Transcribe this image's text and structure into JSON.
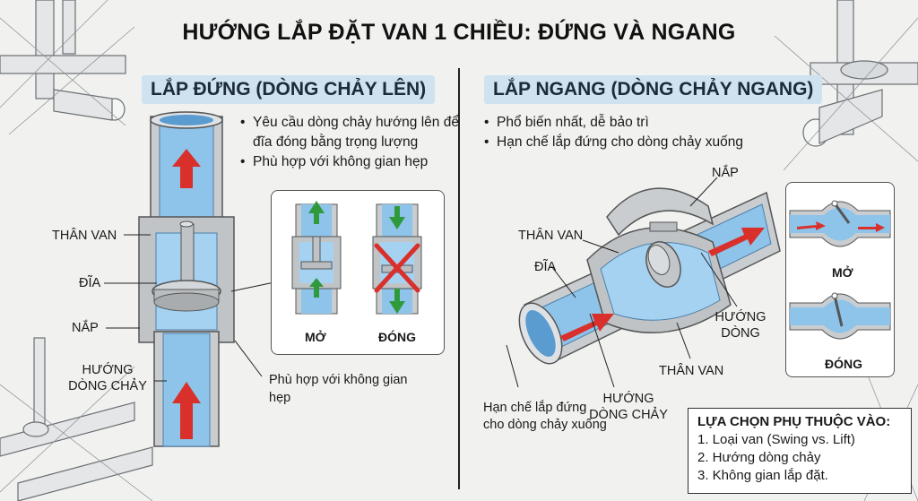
{
  "title": "HƯỚNG LẮP ĐẶT VAN 1 CHIỀU: ĐỨNG VÀ NGANG",
  "vertical": {
    "heading": "LẮP ĐỨNG (DÒNG CHẢY LÊN)",
    "bullets": [
      "Yêu cầu dòng chảy hướng lên để đĩa đóng bằng trọng lượng",
      "Phù hợp với không gian hẹp"
    ],
    "labels": {
      "body": "THÂN VAN",
      "disc": "ĐĨA",
      "cap": "NẮP",
      "flow": "HƯỚNG DÒNG CHẢY",
      "fit": "Phù hợp với không gian hẹp"
    },
    "inset": {
      "open": "MỞ",
      "closed": "ĐÓNG"
    }
  },
  "horizontal": {
    "heading": "LẮP NGANG (DÒNG CHẢY NGANG)",
    "bullets": [
      "Phổ biến nhất, dễ bảo trì",
      "Hạn chế lắp đứng cho dòng chảy xuống"
    ],
    "labels": {
      "cap": "NẮP",
      "body_left": "THÂN VAN",
      "disc": "ĐĨA",
      "flow_right": "HƯỚNG DÒNG",
      "body_bottom": "THÂN VAN",
      "flow_bottom": "HƯỚNG DÒNG CHẢY",
      "restrict": "Hạn chế lắp đứng cho dòng chảy xuống"
    },
    "inset": {
      "open": "MỞ",
      "closed": "ĐÓNG"
    }
  },
  "choice": {
    "title": "LỰA CHỌN PHỤ THUỘC VÀO:",
    "items": [
      "1. Loại van (Swing vs. Lift)",
      "2. Hướng dòng chảy",
      "3. Không gian lắp đặt."
    ]
  },
  "colors": {
    "water": "#8ec3ea",
    "pipe": "#cfd3d6",
    "arrow": "#d9302b",
    "green": "#2e9a3c",
    "header_bg": "#cfe2ef"
  }
}
